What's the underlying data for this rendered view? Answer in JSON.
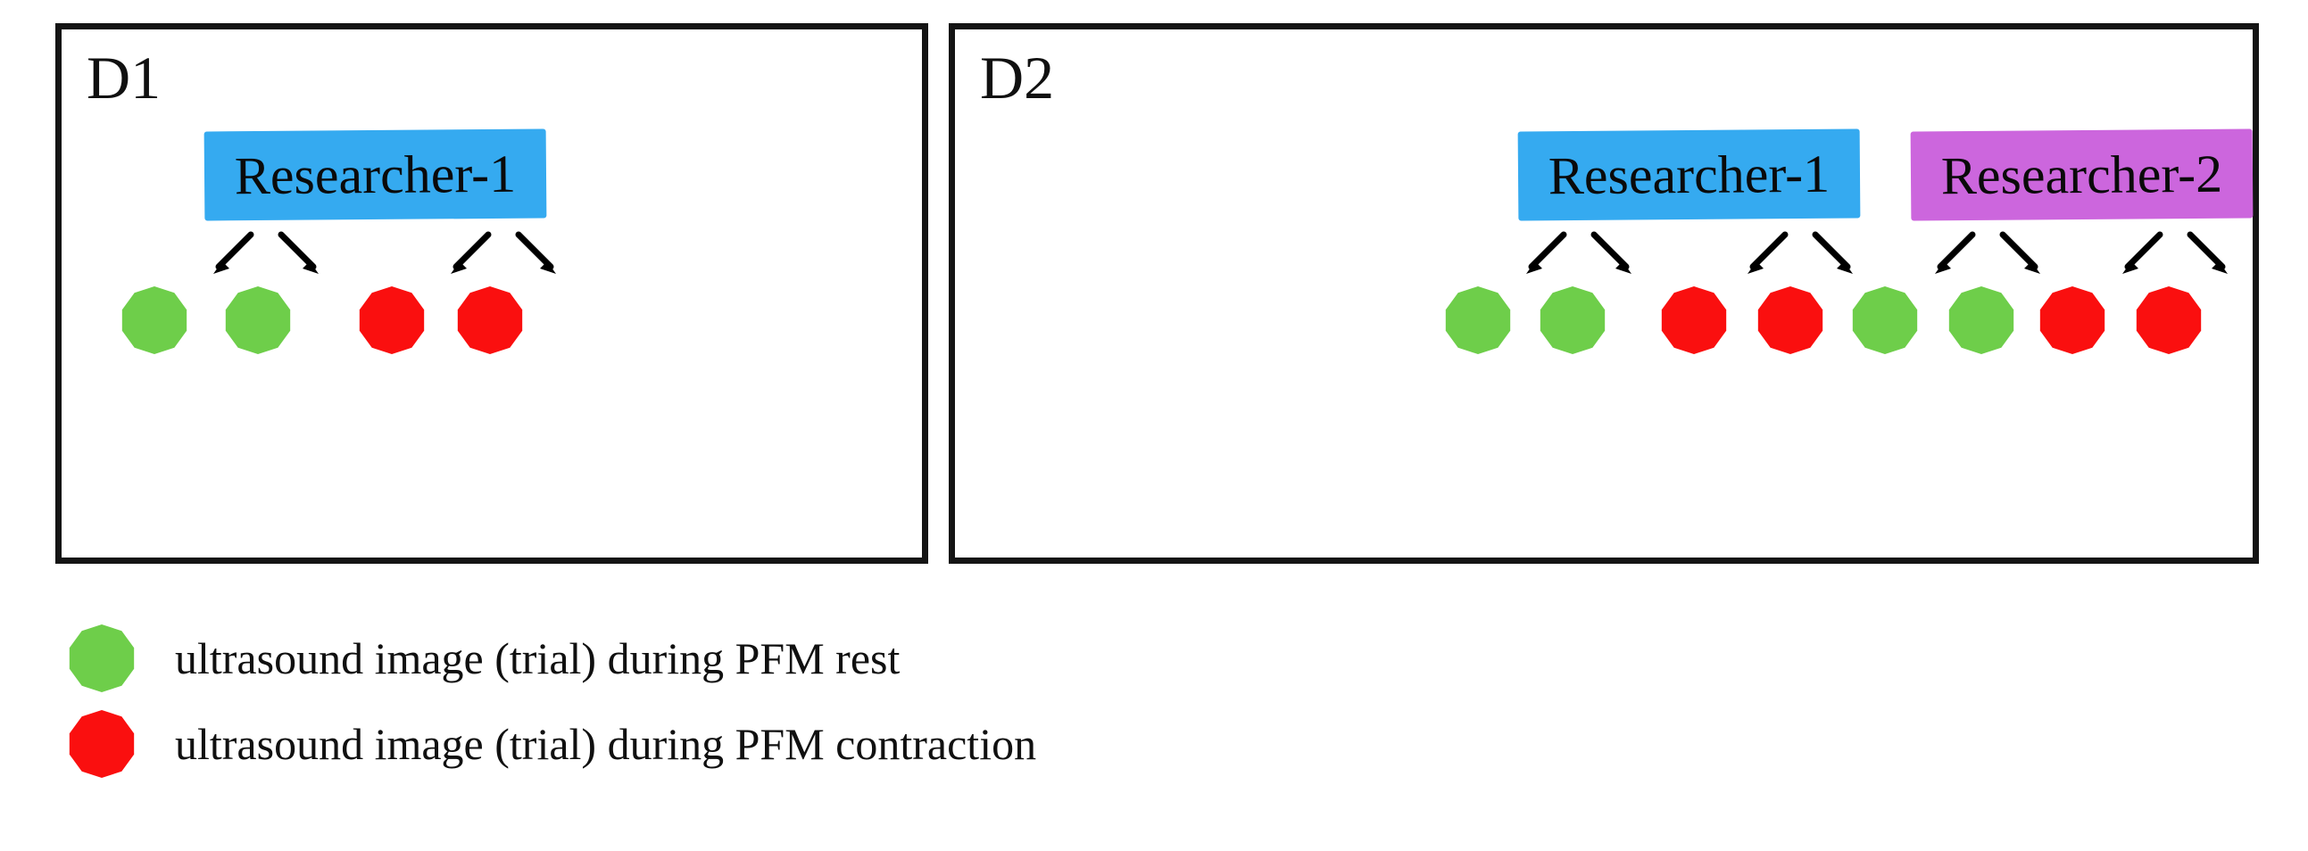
{
  "figure": {
    "title": "",
    "background_color": "#ffffff",
    "palette": {
      "box_border": "#141414",
      "researcher_1_bar": "#35AAF0",
      "researcher_2_bar": "#CC66DD",
      "rest_shape": "#6ECE4A",
      "contraction_shape": "#FA0F0F",
      "arrow": "#000000",
      "text": "#101010"
    }
  },
  "datasets": [
    {
      "id": "d1",
      "label": "D1",
      "researchers": [
        {
          "id": "d1-r1",
          "label": "Researcher-1",
          "bar_color": "#35AAF0",
          "groups": [
            {
              "condition": "rest",
              "shape_color": "#6ECE4A",
              "trials": 2,
              "arrows": [
                "down-left-arrow",
                "down-right-arrow"
              ]
            },
            {
              "condition": "contraction",
              "shape_color": "#FA0F0F",
              "trials": 2,
              "arrows": [
                "down-left-arrow",
                "down-right-arrow"
              ]
            }
          ]
        }
      ]
    },
    {
      "id": "d2",
      "label": "D2",
      "researchers": [
        {
          "id": "d2-r1",
          "label": "Researcher-1",
          "bar_color": "#35AAF0",
          "groups": [
            {
              "condition": "rest",
              "shape_color": "#6ECE4A",
              "trials": 2,
              "arrows": [
                "down-left-arrow",
                "down-right-arrow"
              ]
            },
            {
              "condition": "contraction",
              "shape_color": "#FA0F0F",
              "trials": 2,
              "arrows": [
                "down-left-arrow",
                "down-right-arrow"
              ]
            }
          ]
        },
        {
          "id": "d2-r2",
          "label": "Researcher-2",
          "bar_color": "#CC66DD",
          "groups": [
            {
              "condition": "rest",
              "shape_color": "#6ECE4A",
              "trials": 2,
              "arrows": [
                "down-left-arrow",
                "down-right-arrow"
              ]
            },
            {
              "condition": "contraction",
              "shape_color": "#FA0F0F",
              "trials": 2,
              "arrows": [
                "down-left-arrow",
                "down-right-arrow"
              ]
            }
          ]
        }
      ]
    }
  ],
  "legend": {
    "items": [
      {
        "swatch_color": "#6ECE4A",
        "swatch_shape": "nonagon",
        "text": "ultrasound image (trial) during PFM rest"
      },
      {
        "swatch_color": "#FA0F0F",
        "swatch_shape": "nonagon",
        "text": "ultrasound image (trial) during PFM contraction"
      }
    ]
  }
}
